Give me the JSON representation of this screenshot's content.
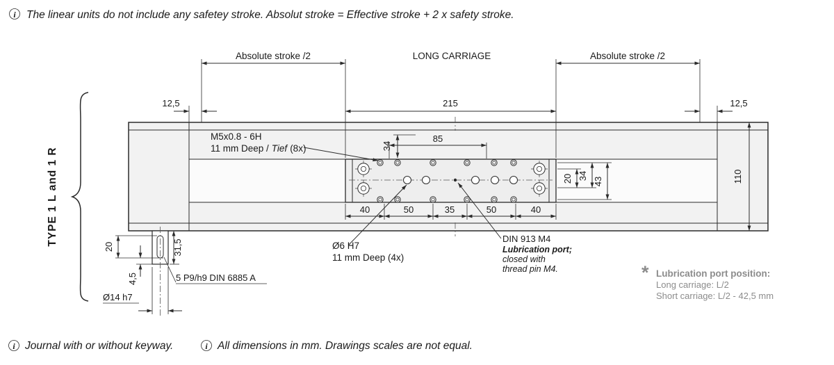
{
  "notes": {
    "top": "The linear units do not include any safetey stroke. Absolut stroke = Effective stroke + 2 x safety stroke.",
    "bottom_left": "Journal with or without keyway.",
    "bottom_right": "All dimensions in mm. Drawings scales are not equal."
  },
  "icons": {
    "info": "i"
  },
  "drawing": {
    "type_label": "TYPE 1 L and 1 R",
    "labels": {
      "absolute_stroke_left": "Absolute stroke /2",
      "long_carriage": "LONG CARRIAGE",
      "absolute_stroke_right": "Absolute stroke /2"
    },
    "dimensions": {
      "left_offset": "12,5",
      "carriage_length": "215",
      "right_offset": "12,5",
      "hole_span_top": "85",
      "hole_spacing_34_top": "34",
      "body_height": "110",
      "right_20": "20",
      "right_34": "34",
      "right_43": "43",
      "bottom_chain": [
        "40",
        "50",
        "35",
        "50",
        "40"
      ],
      "journal_20": "20",
      "journal_31_5": "31,5",
      "journal_4_5": "4,5",
      "journal_diameter": "Ø14 h7",
      "keyway_spec": "5 P9/h9 DIN 6885 A"
    },
    "annotations": {
      "m5_line1": "M5x0.8 - 6H",
      "m5_line2a": "11 mm Deep /",
      "m5_line2b": "Tief",
      "m5_line2c": "(8x)",
      "o6_line1": "Ø6 H7",
      "o6_line2": "11 mm Deep (4x)",
      "din_line1": "DIN 913 M4",
      "din_line2": "Lubrication port;",
      "din_line3": "closed with",
      "din_line4": "thread pin M4."
    },
    "lubrication_note": {
      "marker": "*",
      "title": "Lubrication port position:",
      "line1": "Long carriage: L/2",
      "line2": "Short carriage: L/2 - 42,5 mm"
    }
  },
  "colors": {
    "line": "#2b2b2b",
    "gray_note": "#8c8c8c",
    "body_fill": "#f2f2f2"
  }
}
